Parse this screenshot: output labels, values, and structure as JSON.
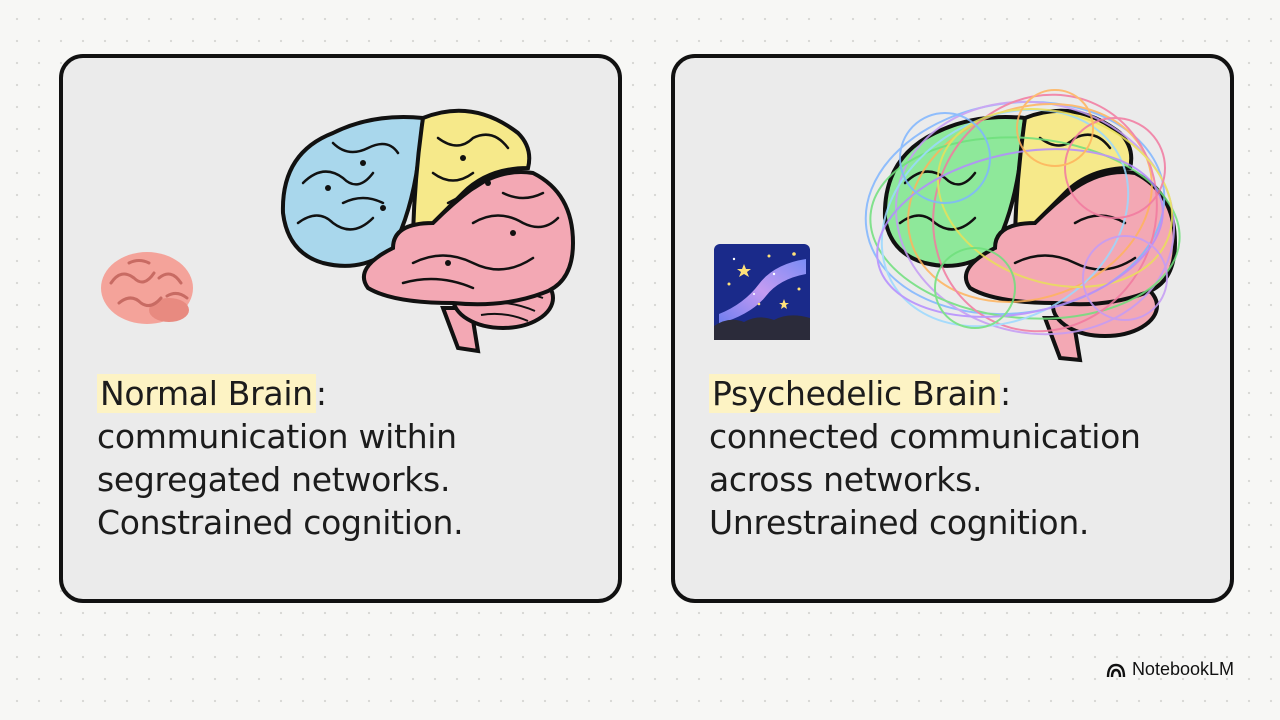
{
  "cards": [
    {
      "title": "Normal Brain",
      "colon": ":",
      "lines": [
        "communication within",
        "segregated networks.",
        "Constrained cognition."
      ],
      "emoji_icon": "brain-emoji-icon"
    },
    {
      "title": "Psychedelic Brain",
      "colon": ":",
      "lines": [
        "connected communication",
        "across networks.",
        "Unrestrained cognition."
      ],
      "emoji_icon": "milky-way-icon"
    }
  ],
  "brand": {
    "label": "NotebookLM",
    "icon": "notebooklm-logo-icon"
  },
  "colors": {
    "highlight": "#fdf3c4",
    "lobe_blue": "#a9d7ec",
    "lobe_yellow": "#f6e98a",
    "lobe_pink": "#f3a8b4",
    "lobe_green": "#8ee89a",
    "card_bg": "#ebebeb",
    "border": "#111111"
  }
}
